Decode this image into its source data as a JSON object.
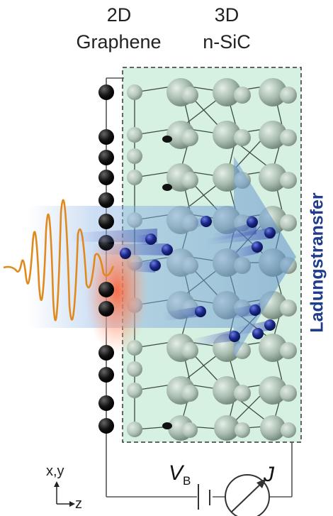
{
  "labels": {
    "left_top": "2D",
    "left_bottom": "Graphene",
    "right_top": "3D",
    "right_bottom": "n-SiC",
    "transfer": "Ladungstransfer",
    "voltage_main": "V",
    "voltage_sub": "B",
    "current": "J",
    "axis_xy": "x,y",
    "axis_z": "z"
  },
  "colors": {
    "sic_region": "#d6f0e1",
    "graphene_atom": "#111111",
    "sic_atom": "#a9bdb0",
    "electron": "#1c2a8c",
    "pulse": "#e08a1e",
    "arrow": "#5d8fc9",
    "text_transfer": "#1f3d8c",
    "wire": "#555555"
  }
}
